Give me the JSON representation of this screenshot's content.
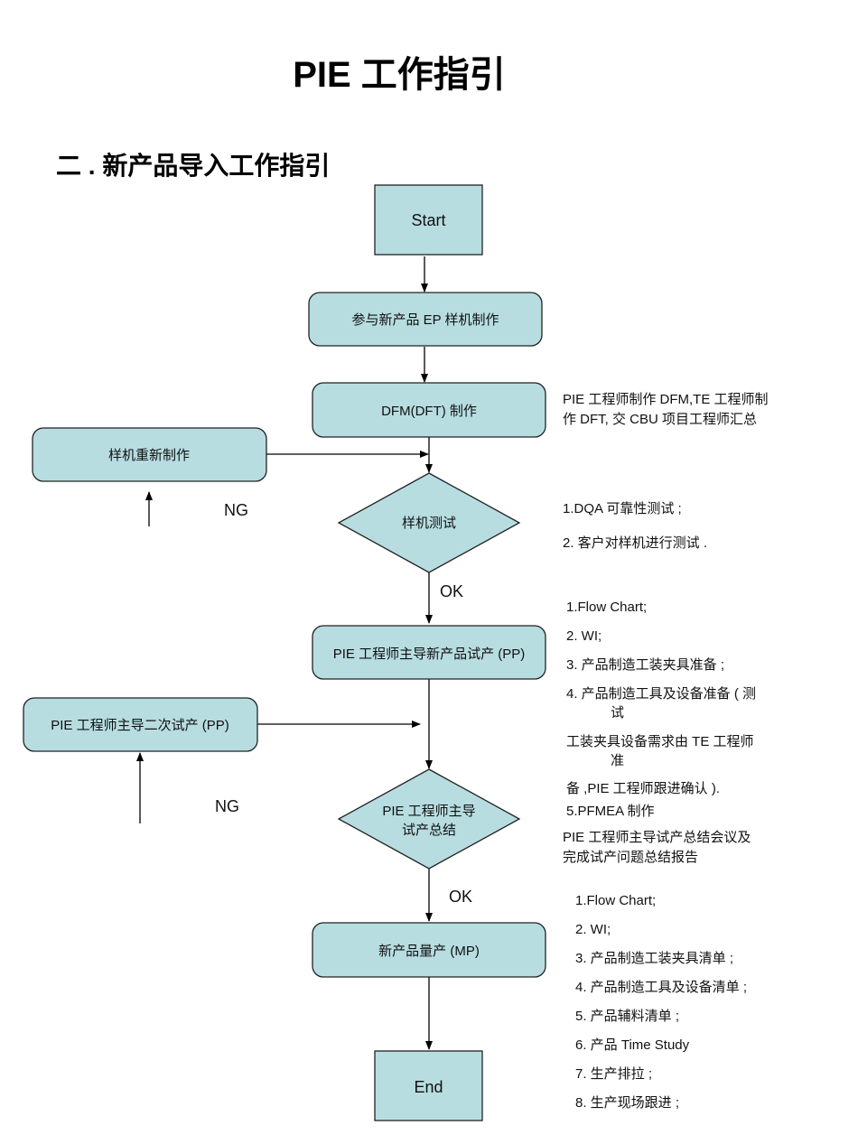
{
  "title": "PIE 工作指引",
  "subtitle": "二 . 新产品导入工作指引",
  "colors": {
    "node_fill": "#b7dde1",
    "border": "#222222"
  },
  "nodes": {
    "start": "Start",
    "ep": "参与新产品 EP 样机制作",
    "dfm": "DFM(DFT) 制作",
    "remake": "样机重新制作",
    "test": "样机测试",
    "pp": "PIE 工程师主导新产品试产 (PP)",
    "pp2": "PIE 工程师主导二次试产 (PP)",
    "summary_1": "PIE 工程师主导",
    "summary_2": "试产总结",
    "mp": "新产品量产 (MP)",
    "end": "End"
  },
  "edge_labels": {
    "ng1": "NG",
    "ok1": "OK",
    "ng2": "NG",
    "ok2": "OK"
  },
  "notes": {
    "dfm": [
      "PIE 工程师制作 DFM,TE 工程师制",
      "作 DFT, 交 CBU 项目工程师汇总"
    ],
    "test": [
      "1.DQA 可靠性测试 ;",
      "2. 客户对样机进行测试 ."
    ],
    "pp": [
      "1.Flow Chart;",
      "2. WI;",
      "3. 产品制造工装夹具准备 ;",
      "4. 产品制造工具及设备准备 ( 测",
      "试",
      "工装夹具设备需求由 TE 工程师",
      "准",
      "备 ,PIE 工程师跟进确认 ).",
      "5.PFMEA 制作"
    ],
    "summary": [
      "PIE 工程师主导试产总结会议及",
      "完成试产问题总结报告"
    ],
    "mp": [
      "1.Flow Chart;",
      "2. WI;",
      "3. 产品制造工装夹具清单 ;",
      "4. 产品制造工具及设备清单 ;",
      "5. 产品辅料清单 ;",
      "6. 产品 Time  Study",
      "7. 生产排拉 ;",
      "8. 生产现场跟进 ;"
    ]
  }
}
